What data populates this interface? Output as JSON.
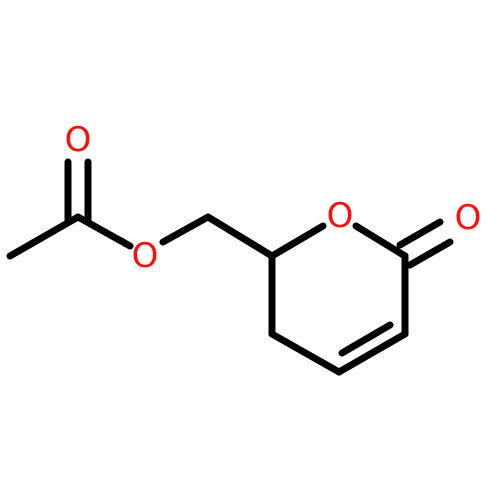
{
  "molecule": {
    "atoms": {
      "carbonyl_oxygen_ester": "O",
      "ester_oxygen": "O",
      "ring_oxygen": "O",
      "carbonyl_oxygen_lactone": "O"
    }
  },
  "colors": {
    "bond": "#000000",
    "oxygen": "#ff0d0d",
    "background": "#ffffff"
  }
}
